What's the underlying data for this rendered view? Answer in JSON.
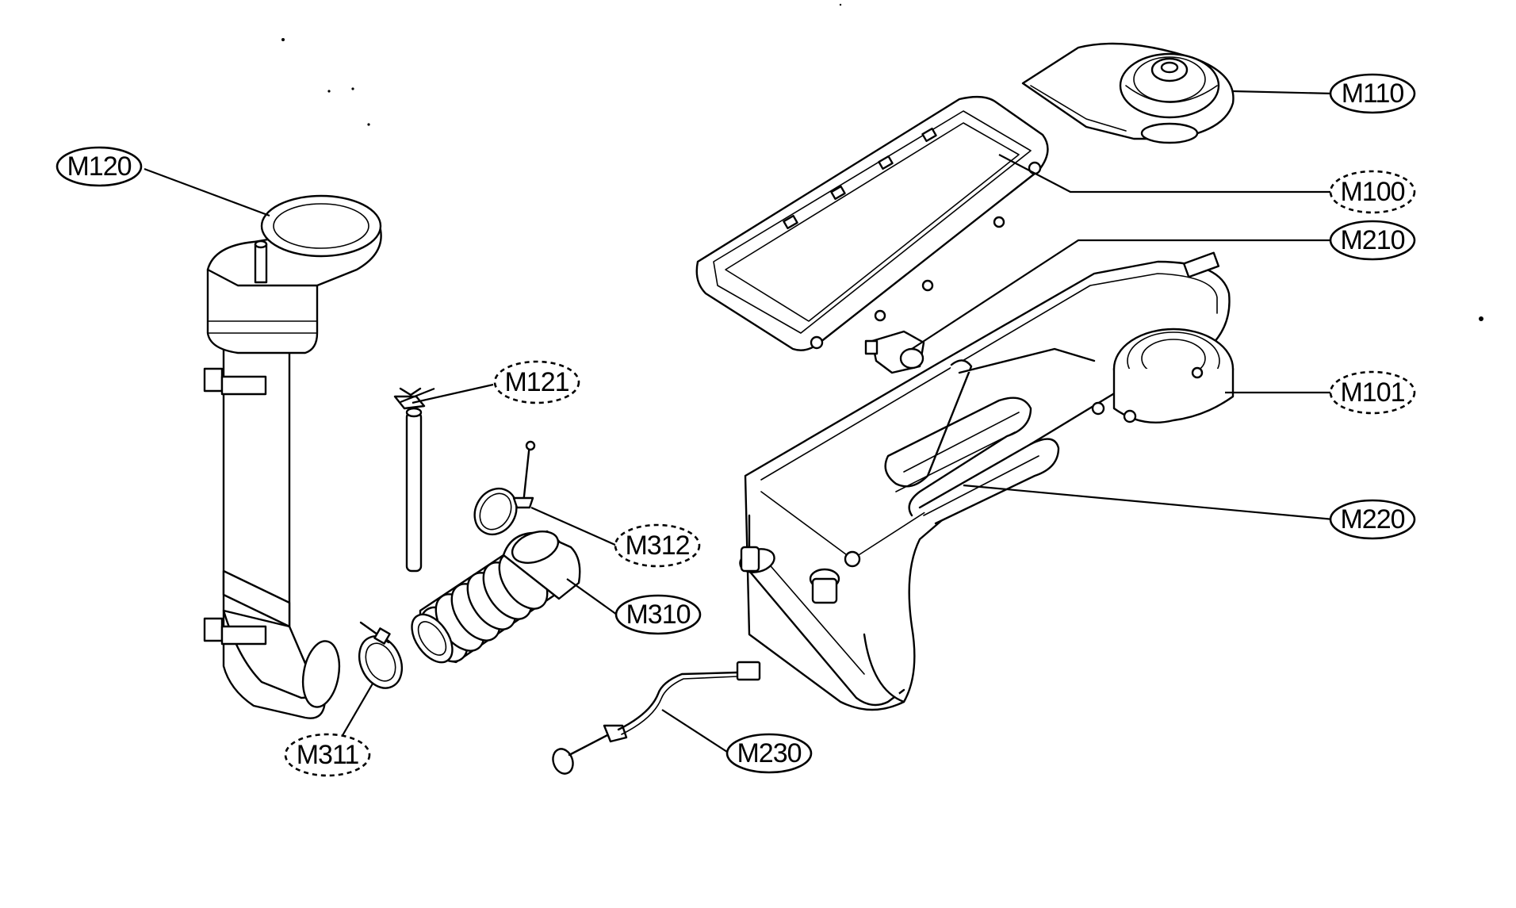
{
  "diagram": {
    "part_labels": [
      {
        "id": "M110",
        "text": "M110",
        "style": "solid"
      },
      {
        "id": "M100",
        "text": "M100",
        "style": "dashed"
      },
      {
        "id": "M210",
        "text": "M210",
        "style": "solid"
      },
      {
        "id": "M101",
        "text": "M101",
        "style": "dashed"
      },
      {
        "id": "M220",
        "text": "M220",
        "style": "solid"
      },
      {
        "id": "M120",
        "text": "M120",
        "style": "solid"
      },
      {
        "id": "M121",
        "text": "M121",
        "style": "dashed"
      },
      {
        "id": "M312",
        "text": "M312",
        "style": "dashed"
      },
      {
        "id": "M310",
        "text": "M310",
        "style": "solid"
      },
      {
        "id": "M311",
        "text": "M311",
        "style": "dashed"
      },
      {
        "id": "M230",
        "text": "M230",
        "style": "solid"
      }
    ]
  }
}
